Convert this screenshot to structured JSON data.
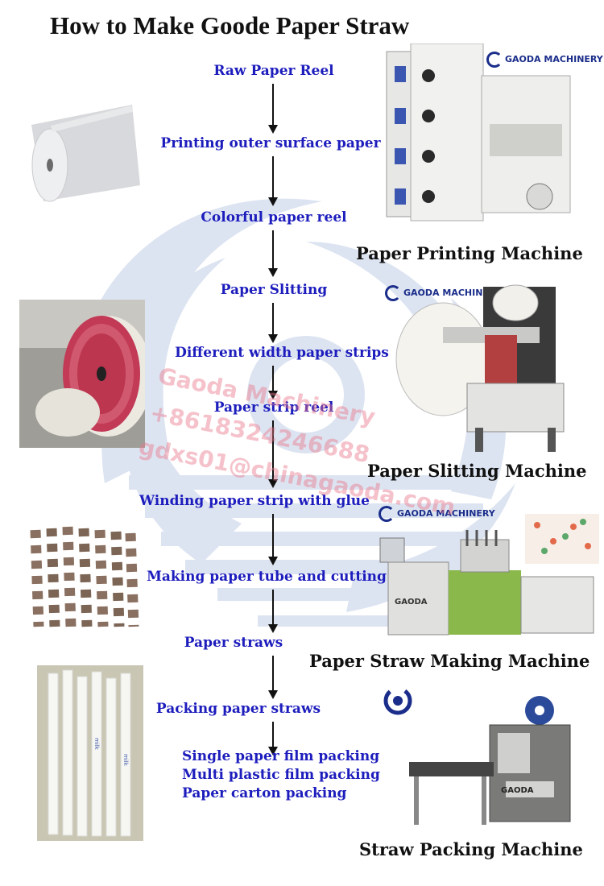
{
  "title": "How to Make Goode Paper Straw",
  "steps": [
    "Raw Paper Reel",
    "Printing outer surface paper",
    "Colorful paper reel",
    "Paper Slitting",
    "Different width paper strips",
    "Paper strip reel",
    "Winding paper strip with glue",
    "Making paper tube and cutting",
    "Paper straws",
    "Packing paper straws"
  ],
  "packing_options": [
    "Single paper film packing",
    "Multi plastic film packing",
    "Paper carton packing"
  ],
  "machines": [
    "Paper Printing Machine",
    "Paper Slitting Machine",
    "Paper Straw Making Machine",
    "Straw Packing Machine"
  ],
  "brand": "GAODA MACHINERY",
  "machine_tag": "GAODA",
  "watermark": {
    "line1": "Gaoda Machinery",
    "line2": "+8618324246688",
    "line3": "gdxs01@chinagaoda.com"
  },
  "colors": {
    "step_text": "#1d1dbd",
    "logo_bg": "#dfe5f2",
    "watermark": "#e8788c"
  }
}
